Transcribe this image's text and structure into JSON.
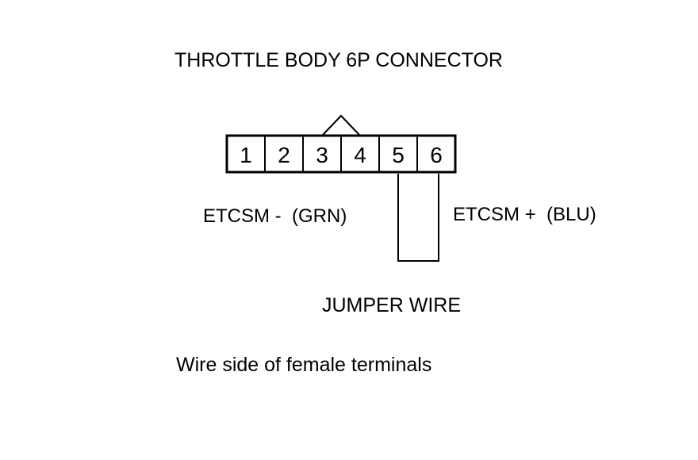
{
  "title": "THROTTLE BODY 6P CONNECTOR",
  "connector": {
    "terminals": [
      "1",
      "2",
      "3",
      "4",
      "5",
      "6"
    ]
  },
  "labels": {
    "left": "ETCSM -  (GRN)",
    "right": "ETCSM +  (BLU)",
    "jumper": "JUMPER WIRE",
    "note": "Wire side of female terminals"
  },
  "colors": {
    "line": "#000000",
    "background": "#ffffff"
  }
}
